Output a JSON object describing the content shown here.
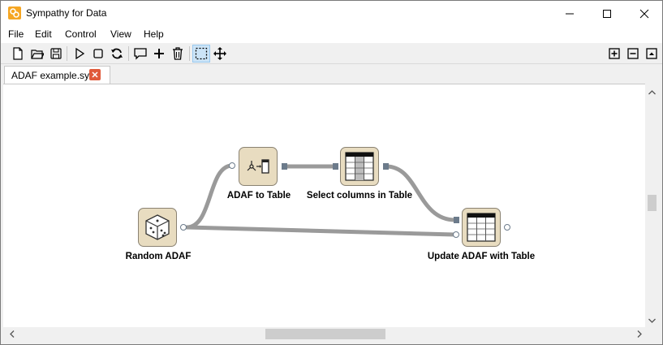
{
  "window": {
    "title": "Sympathy for Data"
  },
  "menu": {
    "items": [
      "File",
      "Edit",
      "Control",
      "View",
      "Help"
    ]
  },
  "toolbar": {
    "left_icons": [
      "new-file-icon",
      "open-folder-icon",
      "save-icon",
      "run-icon",
      "stop-icon",
      "reload-icon",
      "comment-icon",
      "add-icon",
      "delete-icon",
      "selection-tool-icon",
      "pan-tool-icon"
    ],
    "right_icons": [
      "zoom-in-icon",
      "zoom-out-icon",
      "collapse-icon"
    ]
  },
  "tabs": [
    {
      "label": "ADAF example.syx",
      "active": true
    }
  ],
  "flow": {
    "nodes": [
      {
        "id": "random-adaf",
        "label": "Random ADAF",
        "icon": "dice-icon"
      },
      {
        "id": "adaf-to-table",
        "label": "ADAF to Table",
        "icon": "adaf-convert-icon"
      },
      {
        "id": "select-columns",
        "label": "Select columns in Table",
        "icon": "table-select-icon"
      },
      {
        "id": "update-adaf",
        "label": "Update ADAF with Table",
        "icon": "table-icon"
      }
    ]
  },
  "colors": {
    "node_fill": "#e8dcc0",
    "node_border": "#8a8272",
    "connection": "#9a9a9a",
    "app_icon": "#f5a623",
    "tab_close": "#e05a3a",
    "active_tool": "#cce4f7"
  }
}
